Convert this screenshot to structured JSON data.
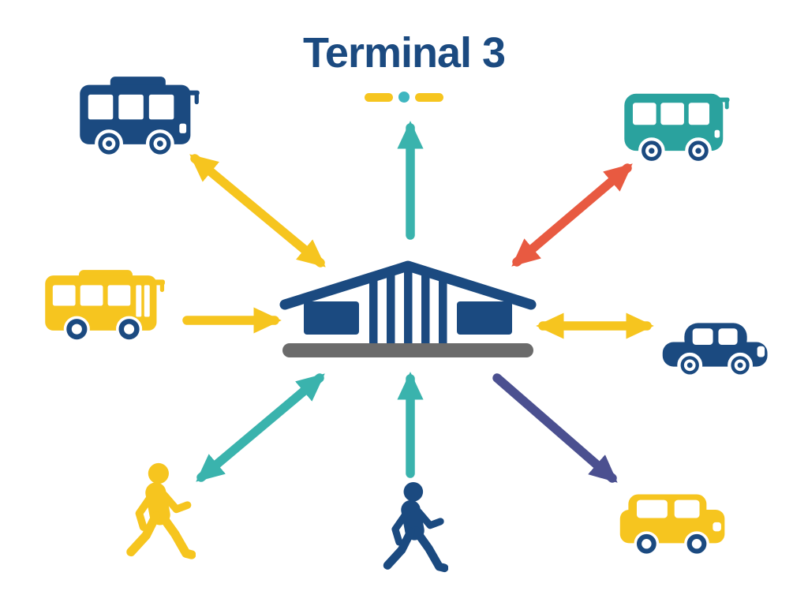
{
  "title": "Terminal 3",
  "colors": {
    "navy": "#1b4a80",
    "teal": "#3ab3ad",
    "teal_bus": "#2aa29e",
    "yellow": "#f6c51f",
    "red": "#e85a41",
    "purple": "#4b5090",
    "gray": "#6b6b6b",
    "divider_dot": "#3fb6c0",
    "background": "#ffffff"
  },
  "diagram": {
    "center_node": {
      "icon": "terminal-building-icon",
      "position": "center"
    },
    "nodes": [
      {
        "icon": "city-bus-icon",
        "color": "#1b4a80",
        "position": "top-left"
      },
      {
        "icon": "minibus-icon",
        "color": "#2aa29e",
        "position": "top-right"
      },
      {
        "icon": "school-bus-icon",
        "color": "#f6c51f",
        "position": "middle-left"
      },
      {
        "icon": "car-icon",
        "color": "#1b4a80",
        "position": "middle-right"
      },
      {
        "icon": "pedestrian-icon",
        "color": "#f6c51f",
        "position": "bottom-left"
      },
      {
        "icon": "pedestrian-icon",
        "color": "#1b4a80",
        "position": "bottom-center"
      },
      {
        "icon": "van-icon",
        "color": "#f6c51f",
        "position": "bottom-right"
      }
    ],
    "arrows": [
      {
        "position": "top-center",
        "color": "#3ab3ad",
        "heads": "single",
        "direction": "up"
      },
      {
        "position": "top-left-diagonal",
        "color": "#f6c51f",
        "heads": "double",
        "direction": "between city-bus and terminal"
      },
      {
        "position": "top-right-diagonal",
        "color": "#e85a41",
        "heads": "double",
        "direction": "between minibus and terminal"
      },
      {
        "position": "middle-left",
        "color": "#f6c51f",
        "heads": "single",
        "direction": "right toward terminal"
      },
      {
        "position": "middle-right",
        "color": "#f6c51f",
        "heads": "double",
        "direction": "between terminal and car"
      },
      {
        "position": "bottom-left-diagonal",
        "color": "#3ab3ad",
        "heads": "double",
        "direction": "between terminal and pedestrian"
      },
      {
        "position": "bottom-center",
        "color": "#3ab3ad",
        "heads": "single",
        "direction": "up toward terminal"
      },
      {
        "position": "bottom-right-diagonal",
        "color": "#4b5090",
        "heads": "single",
        "direction": "down toward van"
      }
    ]
  }
}
